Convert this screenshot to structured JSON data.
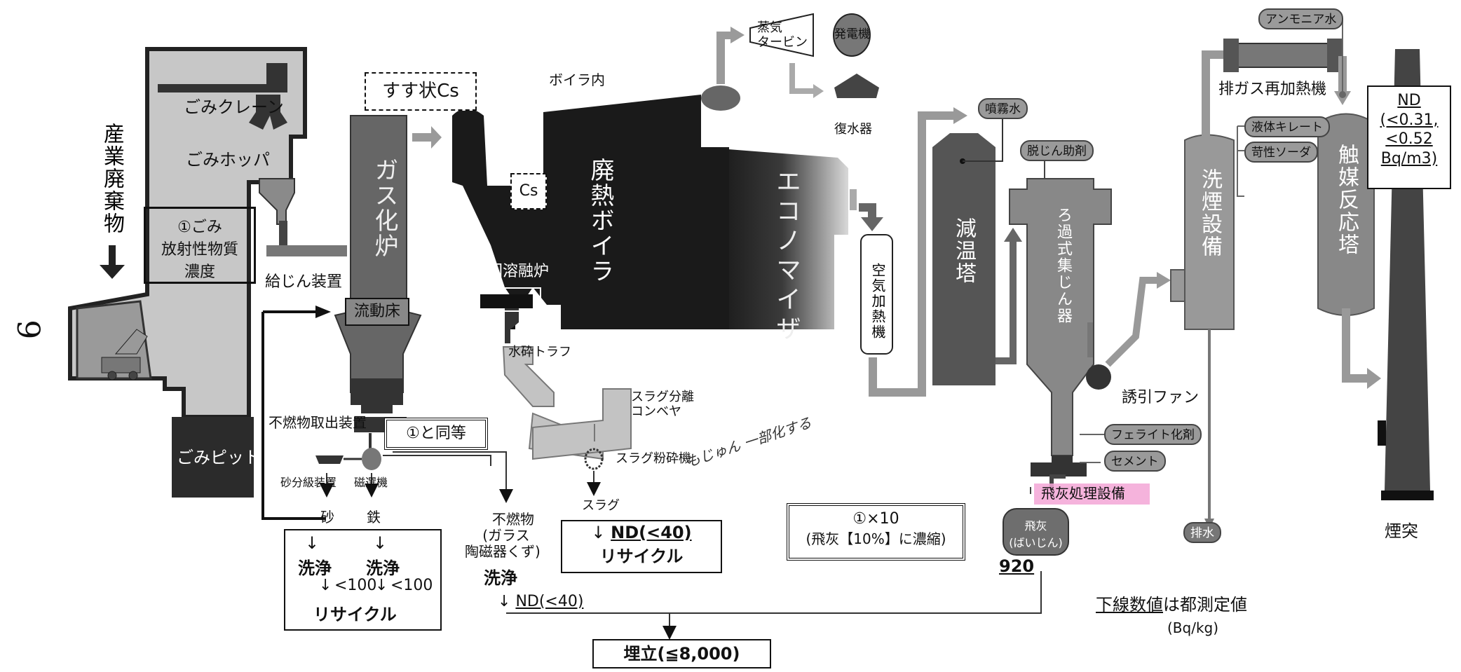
{
  "labels": {
    "industrial_waste": "産業廃棄物",
    "crane": "ごみクレーン",
    "hopper": "ごみホッパ",
    "waste_conc": "①ごみ放射性物質濃度",
    "waste_conc_l1": "①ごみ",
    "waste_conc_l2": "放射性物質",
    "waste_conc_l3": "濃度",
    "feeder": "給じん装置",
    "pit": "ごみピット",
    "gasifier": "ガス化炉",
    "fluid_bed": "流動床",
    "soot_cs": "すす状Cs",
    "cs": "Cs",
    "boiler_inside": "ボイラ内",
    "swirl_melter": "旋回溶融炉",
    "waste_heat_boiler": "廃熱ボイラ",
    "economizer": "エコノマイザ",
    "steam_turbine_l1": "蒸気",
    "steam_turbine_l2": "タービン",
    "generator": "発電機",
    "condenser": "復水器",
    "air_heater": "空気加熱機",
    "spray_water": "噴霧水",
    "cooling_tower": "減温塔",
    "dedust_agent": "脱じん助剤",
    "bag_filter": "ろ過式集じん器",
    "induced_fan": "誘引ファン",
    "ferrite": "フェライト化剤",
    "cement": "セメント",
    "fly_ash_facility": "飛灰処理設備",
    "fly_ash_l1": "飛灰",
    "fly_ash_l2": "(ばいじん)",
    "fly_ash_value": "920",
    "ammonia": "アンモニア水",
    "reheater": "排ガス再加熱機",
    "liquid_chelate": "液体キレート",
    "caustic_soda": "苛性ソーダ",
    "scrubber": "洗煙設備",
    "catalyst": "触媒反応塔",
    "stack": "煙突",
    "drain": "排水",
    "stack_nd_l1": "ND",
    "stack_nd_l2": "(<0.31,",
    "stack_nd_l3": "<0.52",
    "stack_nd_l4": "Bq/m3)",
    "incombustible_remover": "不燃物取出装置",
    "same_as_1": "①と同等",
    "sand_classifier": "砂分級装置",
    "magnetic_sep": "磁選機",
    "sand": "砂",
    "iron": "鉄",
    "wash": "洗浄",
    "lt100": "<100",
    "recycle": "リサイクル",
    "water_trough": "水砕トラフ",
    "slag_conveyor_l1": "スラグ分離",
    "slag_conveyor_l2": "コンベヤ",
    "slag_crusher": "スラグ粉砕機",
    "slag": "スラグ",
    "nd40": "ND(<40)",
    "incombustibles_l1": "不燃物",
    "incombustibles_l2": "(ガラス",
    "incombustibles_l3": "陶磁器くず)",
    "fly_ash_box_l1": "①×10",
    "fly_ash_box_l2": "(飛灰【10%】に濃縮)",
    "landfill": "埋立(≦8,000)",
    "legend_line1_a": "下線数値",
    "legend_line1_b": "は都測定値",
    "legend_unit": "(Bq/kg)",
    "handwritten_side": "6",
    "handwritten_note": "もじゅん 一部化する"
  },
  "colors": {
    "dark_equipment": "#1a1a1a",
    "mid_gray": "#5c5c5c",
    "light_gray": "#b5b5b5",
    "pit_black": "#2b2b2b",
    "pink_highlight": "#f3a6d6"
  }
}
